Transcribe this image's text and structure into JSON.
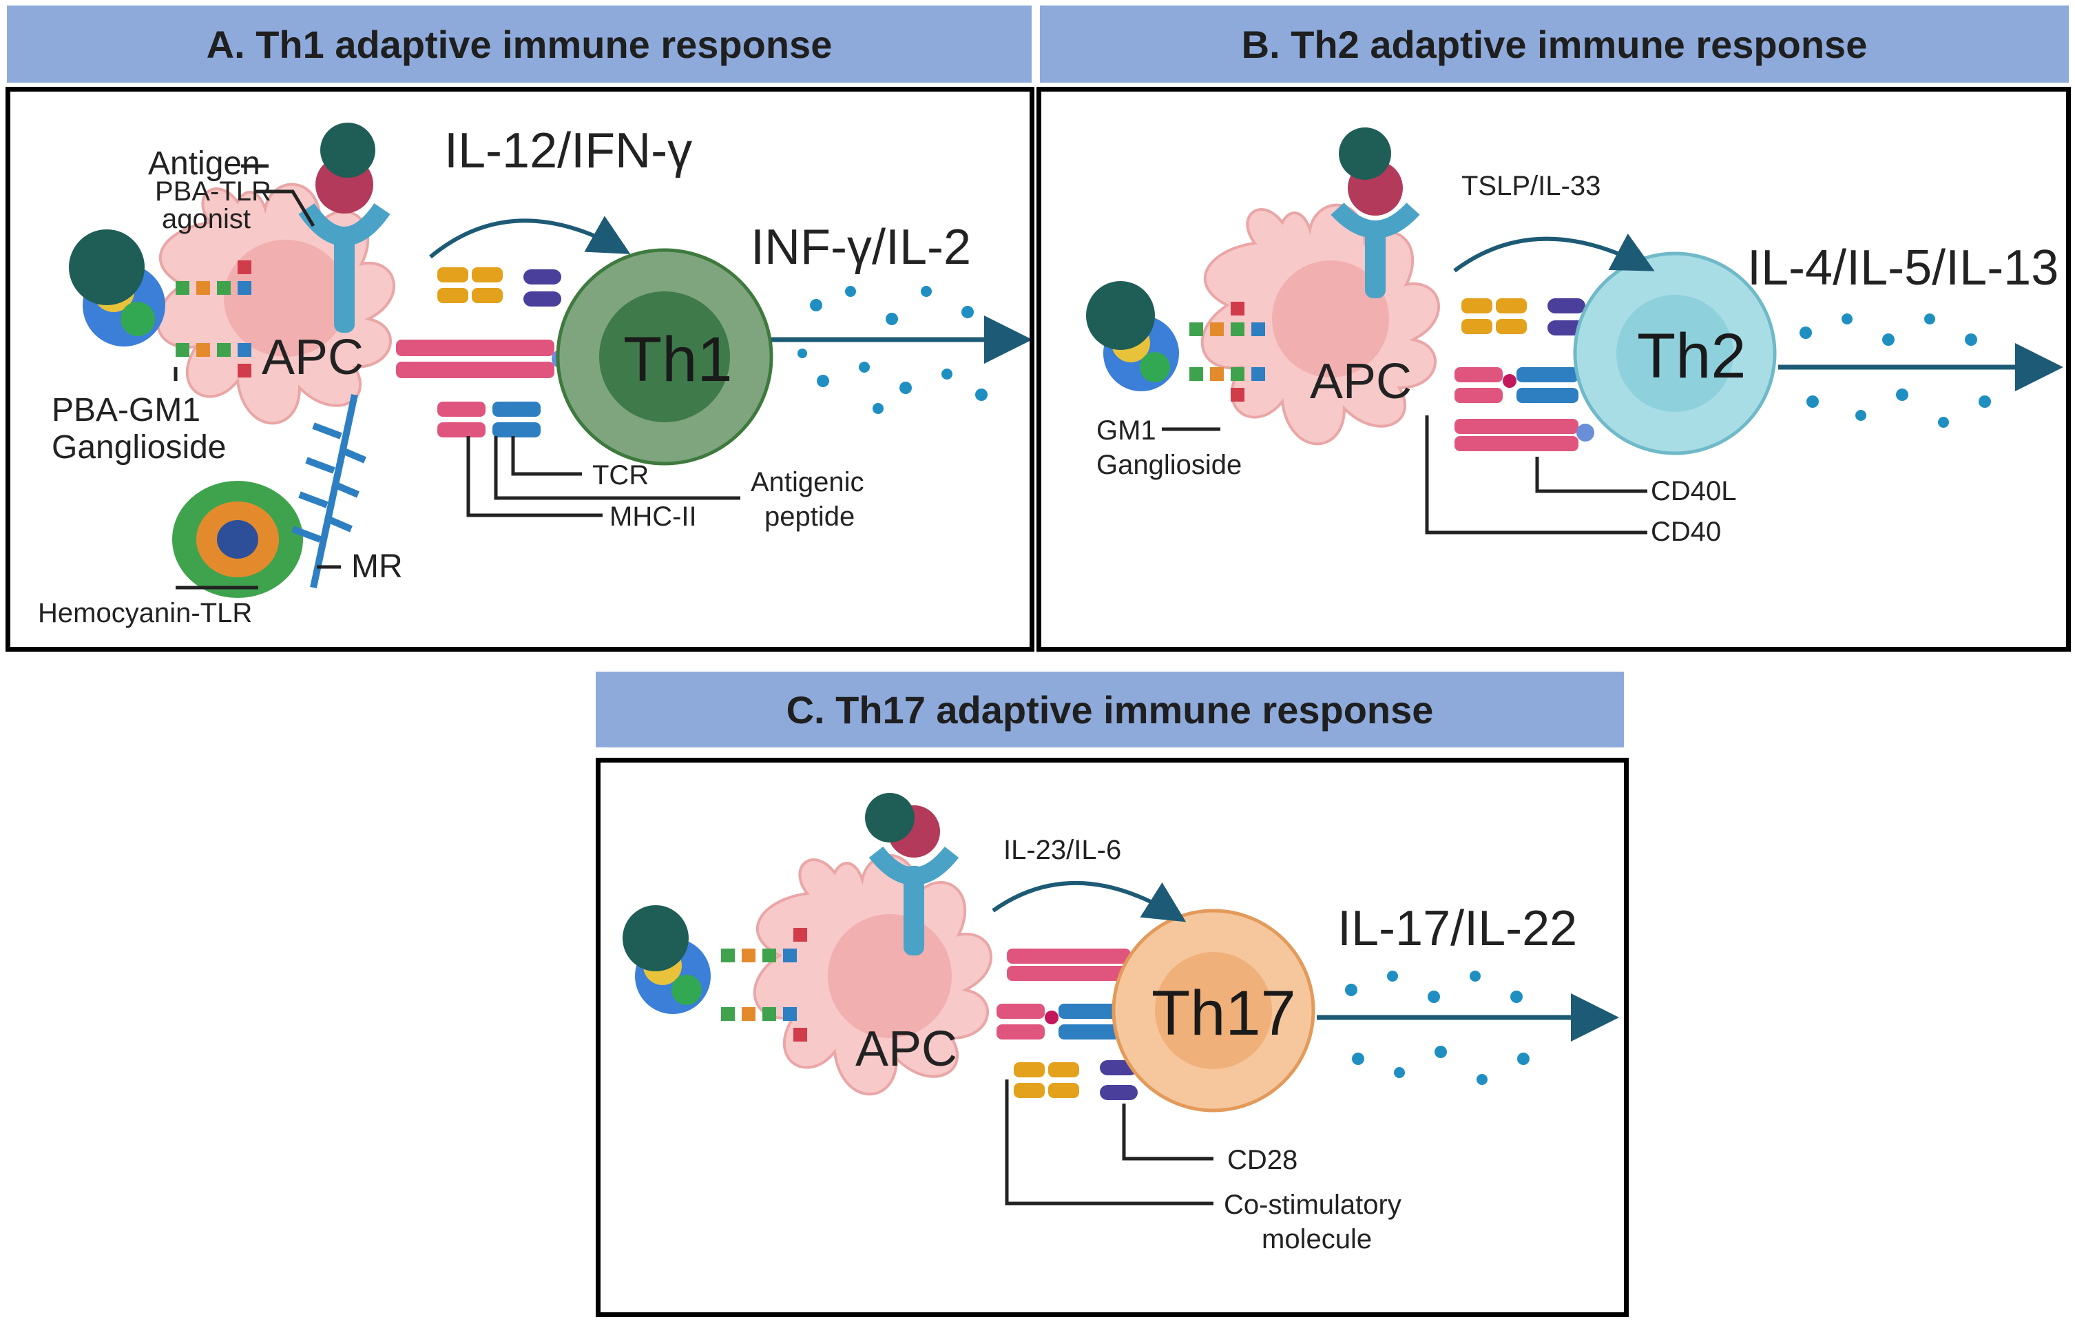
{
  "panels": {
    "a": {
      "header": "A. Th1 adaptive immune response",
      "apc_label": "APC",
      "cell_label": "Th1",
      "cytokine_in": "IL-12/IFN-γ",
      "cytokine_out": "INF-γ/IL-2",
      "labels": {
        "antigen": "Antigen",
        "pba_tlr": "PBA-TLR",
        "agonist": "agonist",
        "pba_gm1": "PBA-GM1",
        "ganglioside": "Ganglioside",
        "hemocyanin": "Hemocyanin-TLR",
        "mr": "MR",
        "tcr": "TCR",
        "mhc": "MHC-II",
        "antigenic": "Antigenic",
        "peptide": "peptide"
      }
    },
    "b": {
      "header": "B. Th2 adaptive immune response",
      "apc_label": "APC",
      "cell_label": "Th2",
      "cytokine_in": "TSLP/IL-33",
      "cytokine_out": "IL-4/IL-5/IL-13",
      "labels": {
        "gm1": "GM1",
        "ganglioside": "Ganglioside",
        "cd40l": "CD40L",
        "cd40": "CD40"
      }
    },
    "c": {
      "header": "C. Th17 adaptive immune response",
      "apc_label": "APC",
      "cell_label": "Th17",
      "cytokine_in": "IL-23/IL-6",
      "cytokine_out": "IL-17/IL-22",
      "labels": {
        "cd28": "CD28",
        "costim1": "Co-stimulatory",
        "costim2": "molecule"
      }
    }
  },
  "colors": {
    "header_bg": "#8eaadb",
    "apc": "#f7c9c9",
    "th1": "#7fa57f",
    "th2": "#a9dde6",
    "th17": "#f6c79c",
    "cytokine": "#1f8fc2"
  }
}
